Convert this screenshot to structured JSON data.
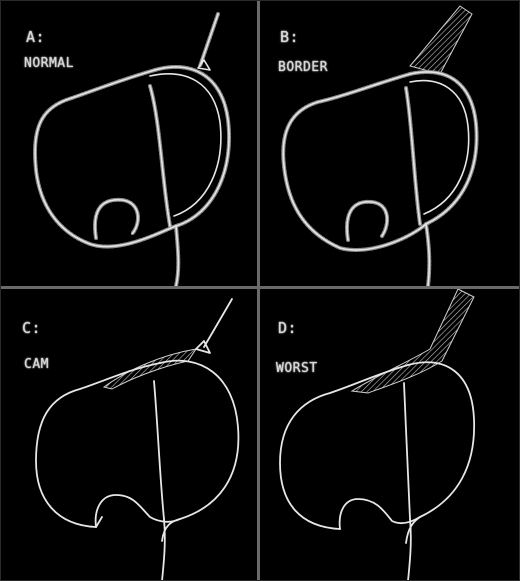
{
  "panels": [
    {
      "letter": "A:",
      "caption": "NORMAL"
    },
    {
      "letter": "B:",
      "caption": "BORDER"
    },
    {
      "letter": "C:",
      "caption": "CAM"
    },
    {
      "letter": "D:",
      "caption": "WORST"
    }
  ],
  "colors": {
    "background": "#000000",
    "outline": "#e6e6e6",
    "hatch": "#bdbdbd",
    "divider": "#6a6a6a"
  }
}
